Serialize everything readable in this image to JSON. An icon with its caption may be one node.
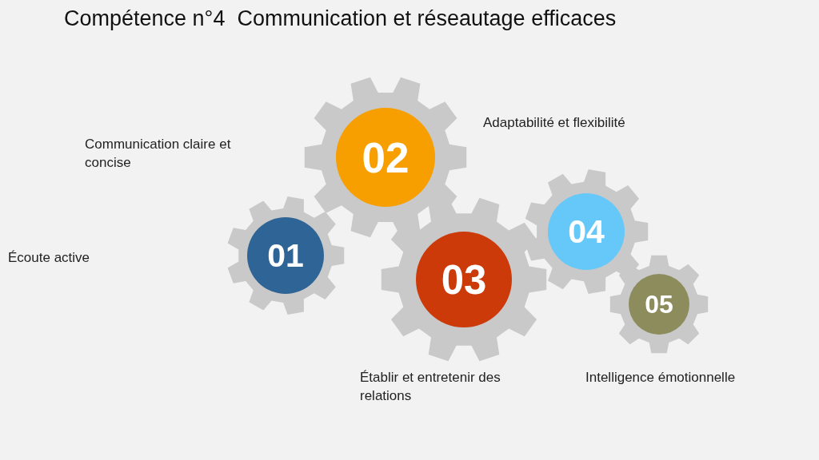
{
  "diagram": {
    "title": "Compétence n°4  Communication et réseautage efficaces",
    "nodes": [
      {
        "text": [
          "01"
        ]
      },
      {
        "text": [
          "02"
        ]
      },
      {
        "text": [
          "03"
        ],
        "beside": [
          "Établir et entretenir des relations"
        ]
      },
      {
        "text": [
          "04"
        ]
      },
      {
        "text": [
          "05"
        ],
        "beside": [
          "Intelligence émotionnelle"
        ]
      }
    ],
    "labels": [
      "Adaptabilité et flexibilité",
      "Communication claire et concise",
      "Écoute active"
    ]
  }
}
